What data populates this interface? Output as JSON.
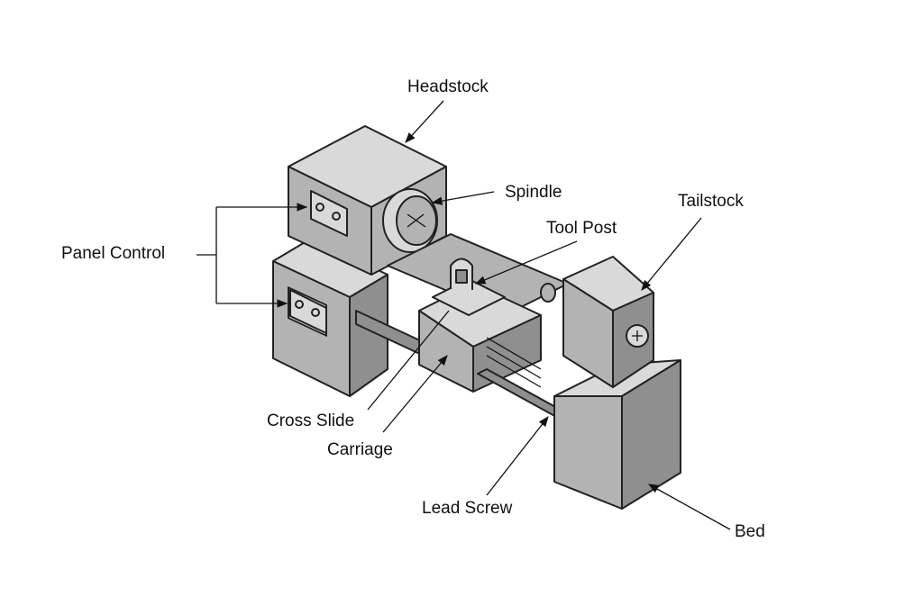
{
  "diagram": {
    "subject": "lathe",
    "labels": {
      "headstock": "Headstock",
      "spindle": "Spindle",
      "tailstock": "Tailstock",
      "tool_post": "Tool Post",
      "panel_control": "Panel Control",
      "cross_slide": "Cross Slide",
      "carriage": "Carriage",
      "lead_screw": "Lead Screw",
      "bed": "Bed"
    }
  }
}
